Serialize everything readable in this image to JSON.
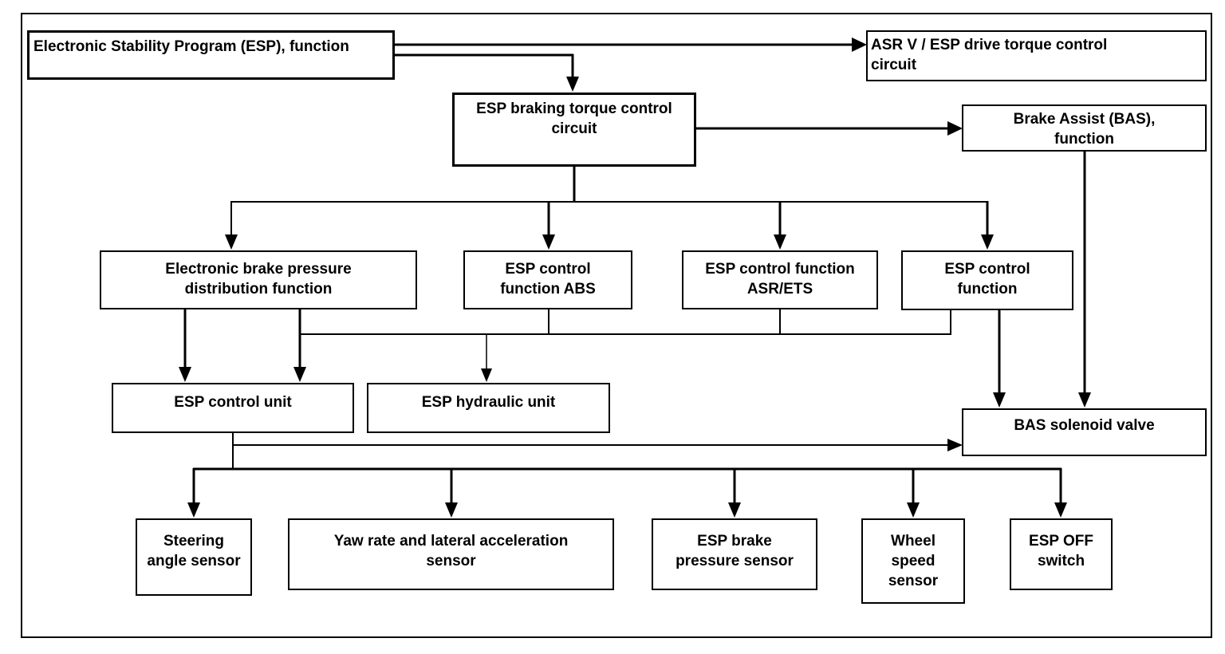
{
  "diagram": {
    "type": "block-diagram",
    "colors": {
      "line": "#000000",
      "background": "#ffffff",
      "text": "#000000",
      "box_fill": "#ffffff"
    },
    "nodes": {
      "esp_function": {
        "label": "Electronic Stability Program (ESP), function"
      },
      "asr_v_circuit": {
        "label": "ASR V / ESP drive torque control\ncircuit"
      },
      "esp_braking_circuit": {
        "label": "ESP braking torque control\ncircuit"
      },
      "brake_assist": {
        "label": "Brake Assist (BAS),\nfunction"
      },
      "ebd_function": {
        "label": "Electronic brake pressure\ndistribution function"
      },
      "esp_abs": {
        "label": "ESP control\nfunction ABS"
      },
      "esp_asr_ets": {
        "label": "ESP control function\nASR/ETS"
      },
      "esp_control_fn": {
        "label": "ESP control\nfunction"
      },
      "esp_control_unit": {
        "label": "ESP control unit"
      },
      "esp_hydraulic_unit": {
        "label": "ESP hydraulic unit"
      },
      "bas_solenoid_valve": {
        "label": "BAS solenoid valve"
      },
      "steering_sensor": {
        "label": "Steering\nangle sensor"
      },
      "yaw_sensor": {
        "label": "Yaw rate and lateral acceleration\nsensor"
      },
      "brake_pressure_sensor": {
        "label": "ESP brake\npressure sensor"
      },
      "wheel_speed_sensor": {
        "label": "Wheel\nspeed\nsensor"
      },
      "esp_off_switch": {
        "label": "ESP OFF\nswitch"
      }
    },
    "edges": [
      {
        "from": "esp_function",
        "to": "asr_v_circuit"
      },
      {
        "from": "esp_function",
        "to": "esp_braking_circuit"
      },
      {
        "from": "esp_braking_circuit",
        "to": "brake_assist"
      },
      {
        "from": "esp_braking_circuit",
        "to": "ebd_function"
      },
      {
        "from": "esp_braking_circuit",
        "to": "esp_abs"
      },
      {
        "from": "esp_braking_circuit",
        "to": "esp_asr_ets"
      },
      {
        "from": "esp_braking_circuit",
        "to": "esp_control_fn"
      },
      {
        "from": "ebd_function",
        "to": "esp_control_unit"
      },
      {
        "from": "ebd_function",
        "to": "esp_control_unit"
      },
      {
        "from": "control_function_bus",
        "to": "esp_hydraulic_unit"
      },
      {
        "from": "esp_control_fn",
        "to": "bas_solenoid_valve"
      },
      {
        "from": "brake_assist",
        "to": "bas_solenoid_valve"
      },
      {
        "from": "esp_control_unit",
        "to": "bas_solenoid_valve"
      },
      {
        "from": "esp_control_unit",
        "to": "steering_sensor"
      },
      {
        "from": "esp_control_unit",
        "to": "yaw_sensor"
      },
      {
        "from": "esp_control_unit",
        "to": "brake_pressure_sensor"
      },
      {
        "from": "esp_control_unit",
        "to": "wheel_speed_sensor"
      },
      {
        "from": "esp_control_unit",
        "to": "esp_off_switch"
      }
    ]
  }
}
